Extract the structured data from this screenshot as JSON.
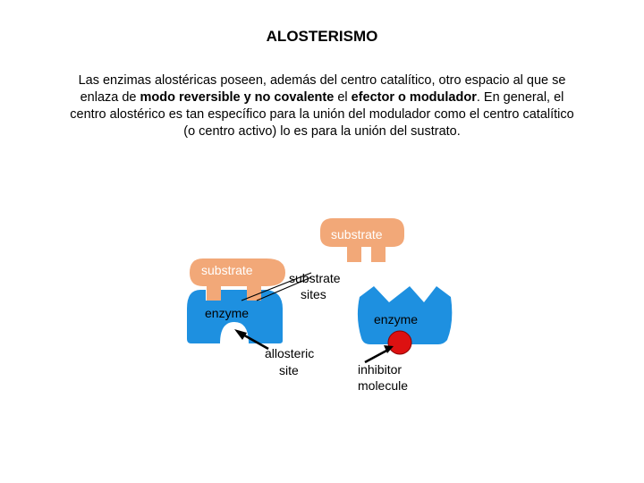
{
  "title": "ALOSTERISMO",
  "paragraph": {
    "part1": "Las enzimas alostéricas poseen, además del centro catalítico, otro espacio al que se enlaza de ",
    "bold1": "modo reversible y no covalente",
    "part2": " el ",
    "bold2": "efector o modulador",
    "part3": ". En general, el centro alostérico es tan específico para la unión del modulador como el centro catalítico (o centro activo) lo es para la unión del sustrato."
  },
  "diagram": {
    "substrate_top": "substrate",
    "substrate_left": "substrate",
    "substrate_sites": [
      "substrate",
      "sites"
    ],
    "enzyme_left": "enzyme",
    "enzyme_right": "enzyme",
    "allosteric_site": [
      "allosteric",
      "site"
    ],
    "inhibitor": [
      "inhibitor",
      "molecule"
    ],
    "colors": {
      "substrate": "#f2a878",
      "enzyme": "#1e90e0",
      "inhibitor": "#dd1111"
    }
  }
}
